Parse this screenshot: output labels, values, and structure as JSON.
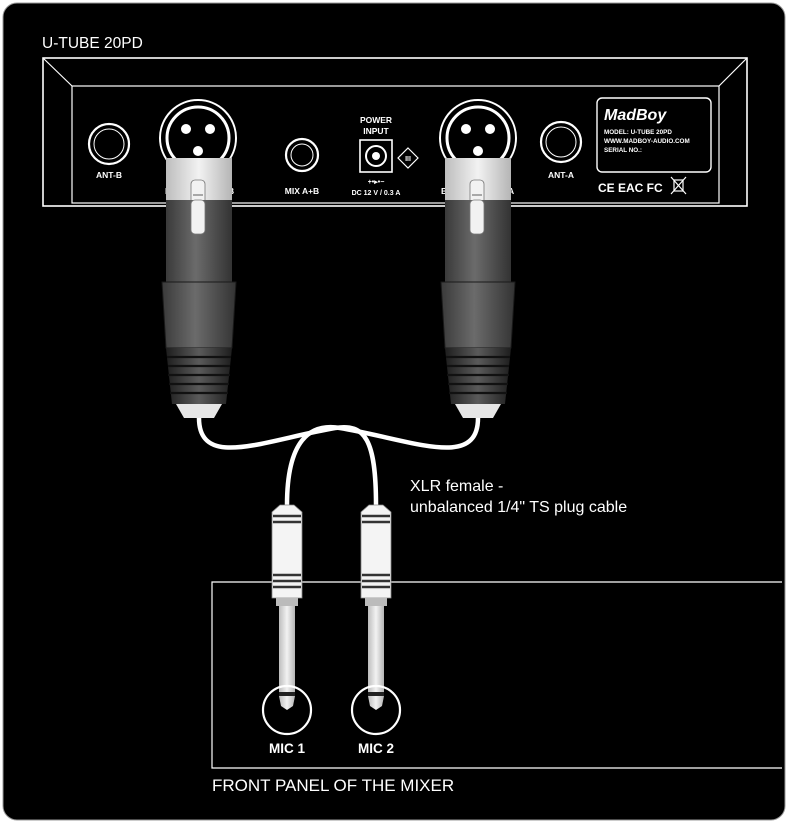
{
  "device": {
    "model_title": "U-TUBE 20PD",
    "ant_b_label": "ANT-B",
    "ant_a_label": "ANT-A",
    "out_b_label_left": "B",
    "out_b_label_right": "B",
    "out_a_label_left": "B",
    "out_a_label_right": "A",
    "mix_label": "MIX A+B",
    "power_label_line1": "POWER",
    "power_label_line2": "INPUT",
    "dc_label": "DC 12 V / 0.3 A",
    "polarity_label": "+•▸•−",
    "class_symbol": "III",
    "brand": {
      "logo_text": "MadBoy",
      "model_line": "MODEL: U-TUBE 20PD",
      "web_line": "WWW.MADBOY-AUDIO.COM",
      "serial_line": "SERIAL NO.:"
    },
    "cert_marks": "CE EAC FC"
  },
  "cable": {
    "description_line1": "XLR female -",
    "description_line2": "unbalanced 1/4\" TS plug cable"
  },
  "mixer": {
    "mic1_label": "MIC 1",
    "mic2_label": "MIC 2",
    "panel_caption": "FRONT PANEL OF THE MIXER"
  },
  "colors": {
    "background": "#000000",
    "outline": "#ffffff",
    "connector_light": "#d9d9d9",
    "connector_dark": "#4a4a4a",
    "connector_grip": "#2e2e2e",
    "cable": "#ffffff"
  }
}
